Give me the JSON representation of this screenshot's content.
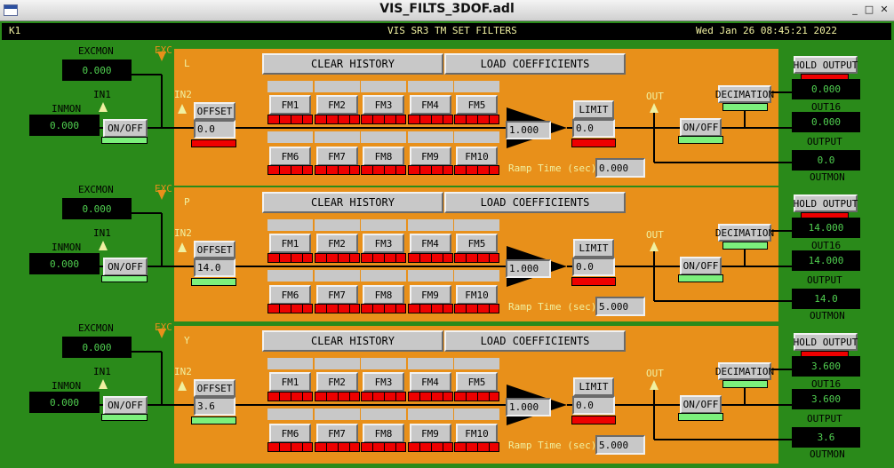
{
  "window": {
    "title": "VIS_FILTS_3DOF.adl"
  },
  "header": {
    "left": "K1",
    "center": "VIS SR3 TM SET FILTERS",
    "datetime": "Wed Jan 26 08:45:21 2022"
  },
  "common": {
    "excmon_label": "EXCMON",
    "inmon_label": "INMON",
    "in1_label": "IN1",
    "in2_label": "IN2",
    "exc_label": "EXC",
    "out_label": "OUT",
    "onoff_label": "ON/OFF",
    "offset_label": "OFFSET",
    "limit_label": "LIMIT",
    "decimation_label": "DECIMATION",
    "hold_output_label": "HOLD OUTPUT",
    "clear_history_label": "CLEAR HISTORY",
    "load_coefficients_label": "LOAD COEFFICIENTS",
    "ramp_label": "Ramp Time (sec):",
    "out16_label": "OUT16",
    "output_label": "OUTPUT",
    "outmon_label": "OUTMON",
    "fm": [
      "FM1",
      "FM2",
      "FM3",
      "FM4",
      "FM5",
      "FM6",
      "FM7",
      "FM8",
      "FM9",
      "FM10"
    ]
  },
  "colors": {
    "background": "#2a8a1a",
    "panel": "#e8901a",
    "readback": "#50d050",
    "button": "#c8c8c8",
    "on_indicator": "#7cf07c",
    "off_indicator": "#ee0000"
  },
  "dofs": [
    {
      "name": "L",
      "excmon": "0.000",
      "inmon": "0.000",
      "offset": "0.0",
      "gain": "1.000",
      "limit": "0.0",
      "ramp": "0.000",
      "out16": "0.000",
      "output": "0.000",
      "outmon": "0.0",
      "offset_on": false
    },
    {
      "name": "P",
      "excmon": "0.000",
      "inmon": "0.000",
      "offset": "14.0",
      "gain": "1.000",
      "limit": "0.0",
      "ramp": "5.000",
      "out16": "14.000",
      "output": "14.000",
      "outmon": "14.0",
      "offset_on": true
    },
    {
      "name": "Y",
      "excmon": "0.000",
      "inmon": "0.000",
      "offset": "3.6",
      "gain": "1.000",
      "limit": "0.0",
      "ramp": "5.000",
      "out16": "3.600",
      "output": "3.600",
      "outmon": "3.6",
      "offset_on": true
    }
  ]
}
